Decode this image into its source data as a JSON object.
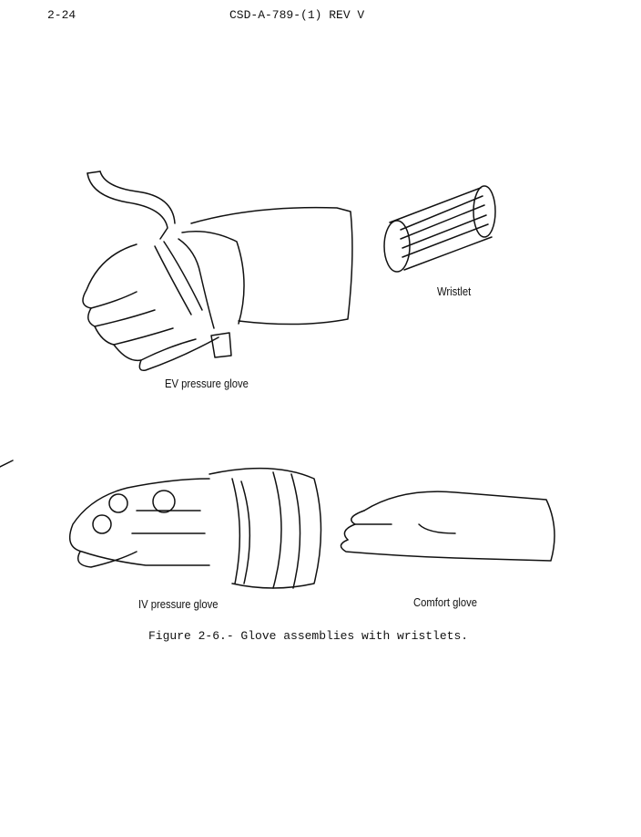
{
  "header": {
    "page_number": "2-24",
    "document_id": "CSD-A-789-(1) REV V"
  },
  "figure": {
    "labels": {
      "ev_glove": "EV pressure glove",
      "wristlet": "Wristlet",
      "iv_glove": "IV pressure glove",
      "comfort_glove": "Comfort glove"
    },
    "caption": "Figure 2-6.- Glove assemblies with wristlets."
  }
}
